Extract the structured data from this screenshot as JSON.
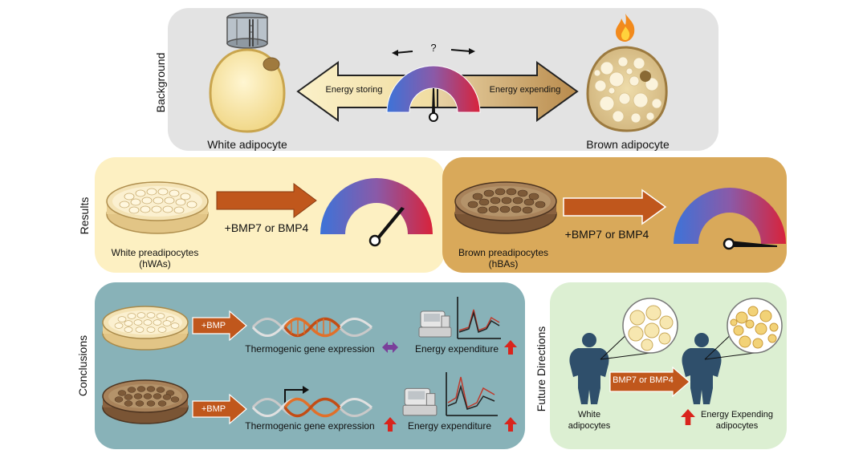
{
  "background": {
    "section_label": "Background",
    "white_cell_label": "White adipocyte",
    "brown_cell_label": "Brown adipocyte",
    "storing_label": "Energy storing",
    "expending_label": "Energy expending",
    "question_mark": "?"
  },
  "results": {
    "section_label": "Results",
    "white_dish_label": "White preadipocytes\n(hWAs)",
    "white_treatment": "+BMP7 or BMP4",
    "brown_dish_label": "Brown preadipocytes\n(hBAs)",
    "brown_treatment": "+BMP7 or BMP4"
  },
  "conclusions": {
    "section_label": "Conclusions",
    "rows": [
      {
        "treatment": "+BMP",
        "gene_label": "Thermogenic gene expression",
        "energy_label": "Energy expenditure"
      },
      {
        "treatment": "+BMP",
        "gene_label": "Thermogenic gene expression",
        "energy_label": "Energy expenditure"
      }
    ]
  },
  "future": {
    "section_label": "Future Directions",
    "treatment": "BMP7 or BMP4",
    "white_label": "White\nadipocytes",
    "expending_label": "Energy Expending\nadipocytes"
  },
  "colors": {
    "bg_panel": "#e3e3e3",
    "results_white": "#fdf0c2",
    "results_brown": "#d9a95a",
    "conclusions": "#88b2b8",
    "future": "#dcefd2",
    "arrow_orange": "#c0571c",
    "up_arrow_red": "#d9241c",
    "gauge_blue": "#3d73d8",
    "gauge_red": "#d8233b"
  }
}
